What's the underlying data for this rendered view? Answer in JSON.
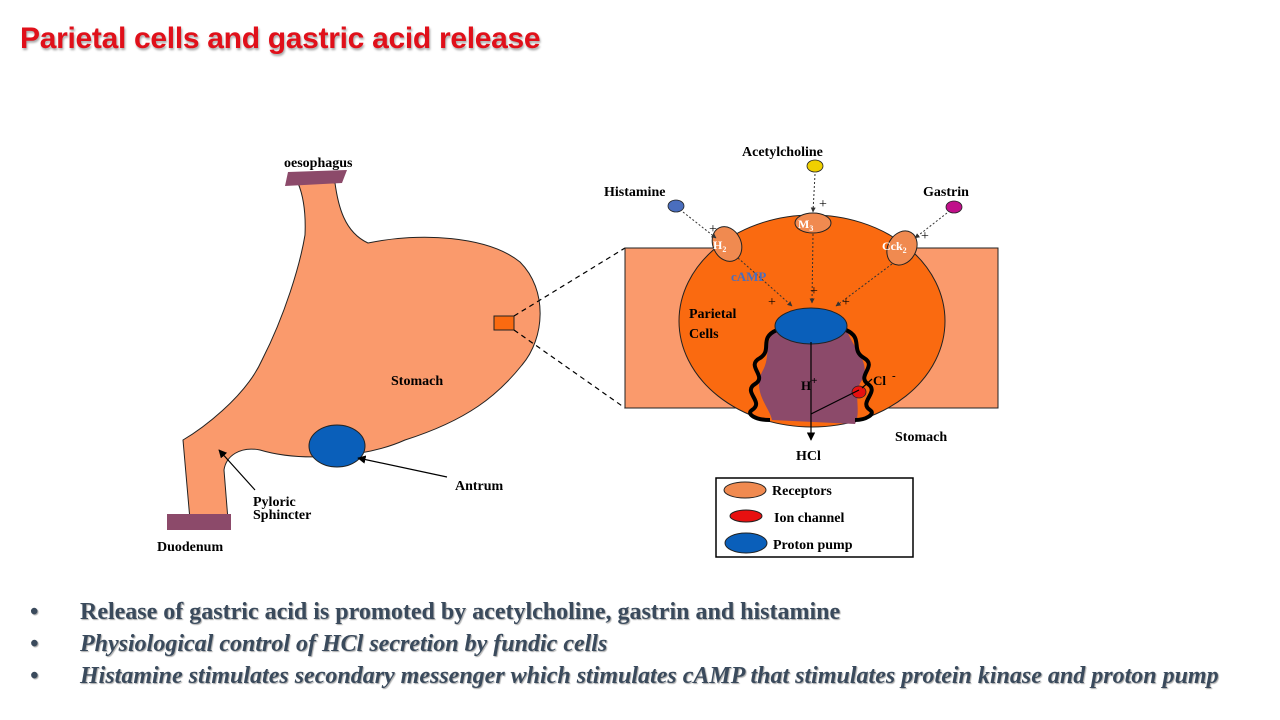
{
  "title": "Parietal cells and gastric acid release",
  "colors": {
    "title": "#e0101a",
    "stomach": "#fa9a6c",
    "parietal_cell": "#fa6a10",
    "pit": "#8c4a6a",
    "proton_pump": "#0a5fba",
    "ion_channel": "#e81010",
    "acetylcholine": "#f0d000",
    "histamine": "#4a6ebe",
    "gastrin": "#c0108a"
  },
  "stomach_labels": {
    "oesophagus": "oesophagus",
    "stomach": "Stomach",
    "antrum": "Antrum",
    "pyloric": "Pyloric",
    "sphincter": "Sphincter",
    "duodenum": "Duodenum"
  },
  "cell_labels": {
    "acetylcholine": "Acetylcholine",
    "histamine": "Histamine",
    "gastrin": "Gastrin",
    "h2": "H",
    "h2_sub": "2",
    "m3": "M",
    "m3_sub": "3",
    "cck2": "Cck",
    "cck2_sub": "2",
    "camp": "cAMP",
    "parietal": "Parietal",
    "cells": "Cells",
    "h_ion": "H",
    "h_sup": "+",
    "cl_ion": "Cl",
    "cl_sup": "-",
    "hcl": "HCl",
    "stomach": "Stomach",
    "plus": "+"
  },
  "legend": [
    {
      "label": "Receptors",
      "icon": "receptor-icon"
    },
    {
      "label": "Ion channel",
      "icon": "ion-channel-icon"
    },
    {
      "label": "Proton pump",
      "icon": "proton-pump-icon"
    }
  ],
  "bullets": [
    "Release of gastric acid is promoted by acetylcholine, gastrin and histamine",
    "Physiological control of HCl secretion by fundic cells",
    "Histamine stimulates secondary messenger which stimulates cAMP that stimulates protein kinase and proton pump"
  ],
  "bullet_symbol": "•"
}
